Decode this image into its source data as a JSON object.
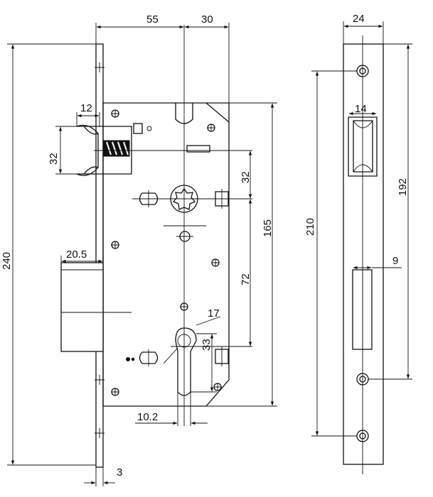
{
  "dimensions": {
    "front_width_55": "55",
    "front_width_30": "30",
    "faceplate_width": "24",
    "latch_width": "12",
    "latch_height": "32",
    "spindle_to_latch": "32",
    "total_height": "240",
    "deadbolt_width": "20.5",
    "case_height": "165",
    "center_distance": "72",
    "cylinder_width": "17",
    "cylinder_offset": "33",
    "cylinder_bottom_offset": "10.2",
    "faceplate_thickness": "3",
    "strike_hole_spacing": "210",
    "strike_length": "192",
    "strike_latch_width": "14",
    "strike_bolt_width": "9"
  }
}
